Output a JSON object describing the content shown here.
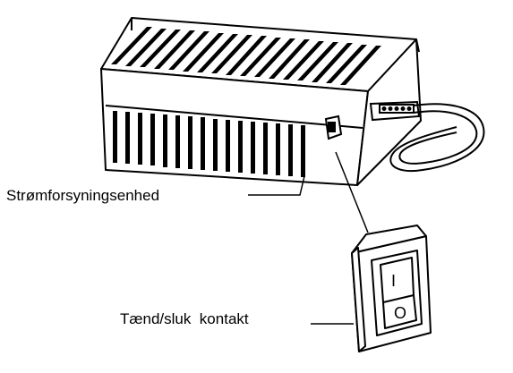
{
  "labels": {
    "power_supply": "Strømforsyningsenhed",
    "switch": "Tænd/sluk  kontakt"
  },
  "switch_symbols": {
    "on": "I",
    "off": "O"
  },
  "colors": {
    "ink": "#000000",
    "paper": "#ffffff"
  }
}
